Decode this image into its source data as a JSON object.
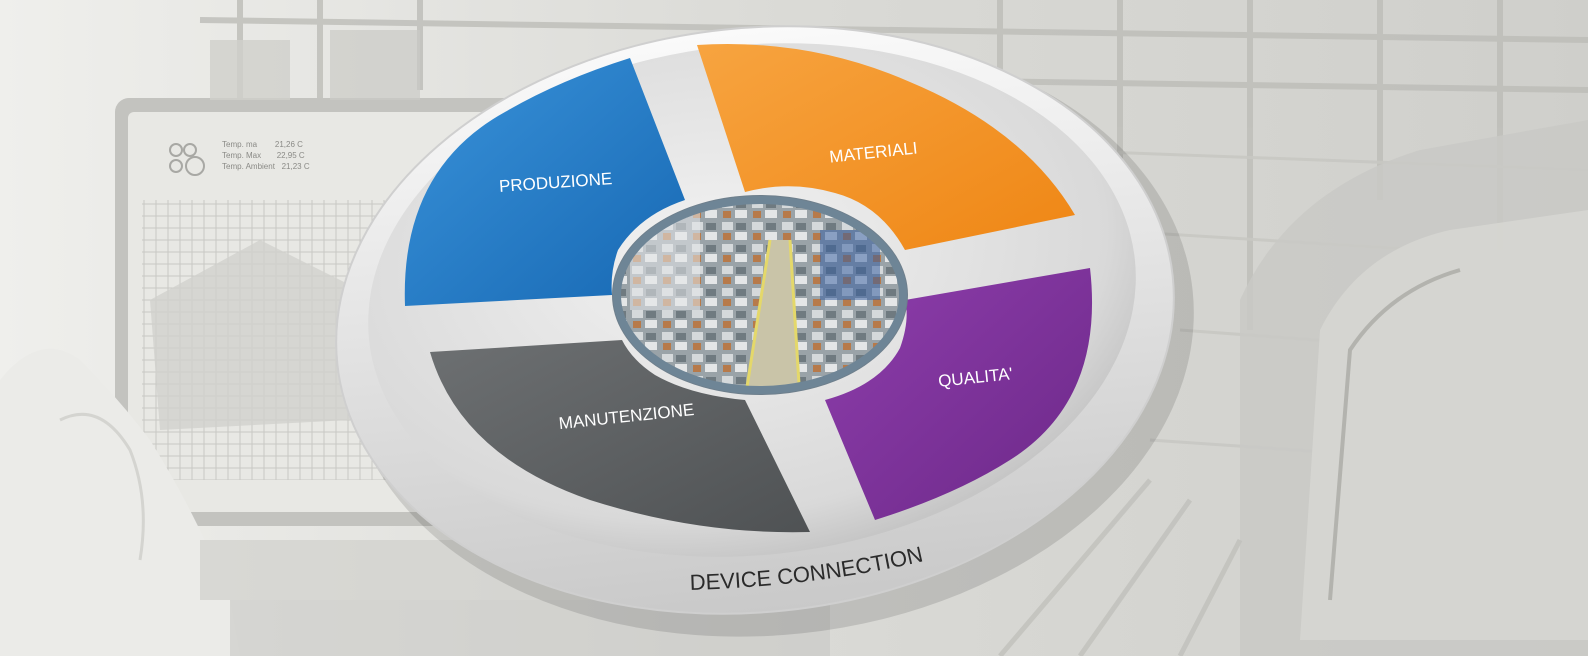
{
  "diagram": {
    "segments": [
      {
        "id": "produzione",
        "label": "PRODUZIONE",
        "color": "#1f78c8"
      },
      {
        "id": "materiali",
        "label": "MATERIALI",
        "color": "#f39120"
      },
      {
        "id": "qualita",
        "label": "QUALITA'",
        "color": "#7d2f9a"
      },
      {
        "id": "manutenzione",
        "label": "MANUTENZIONE",
        "color": "#5e6062"
      }
    ],
    "ring_label": "DEVICE CONNECTION",
    "center_image": "factory-floor-photo",
    "background_image": "automotive-assembly-line-photo"
  },
  "tablet": {
    "rows": [
      {
        "label": "Temp. ma",
        "value": "21,26 C"
      },
      {
        "label": "Temp. Max",
        "value": "22,95 C"
      },
      {
        "label": "Temp. Ambient",
        "value": "21,23 C"
      }
    ]
  }
}
